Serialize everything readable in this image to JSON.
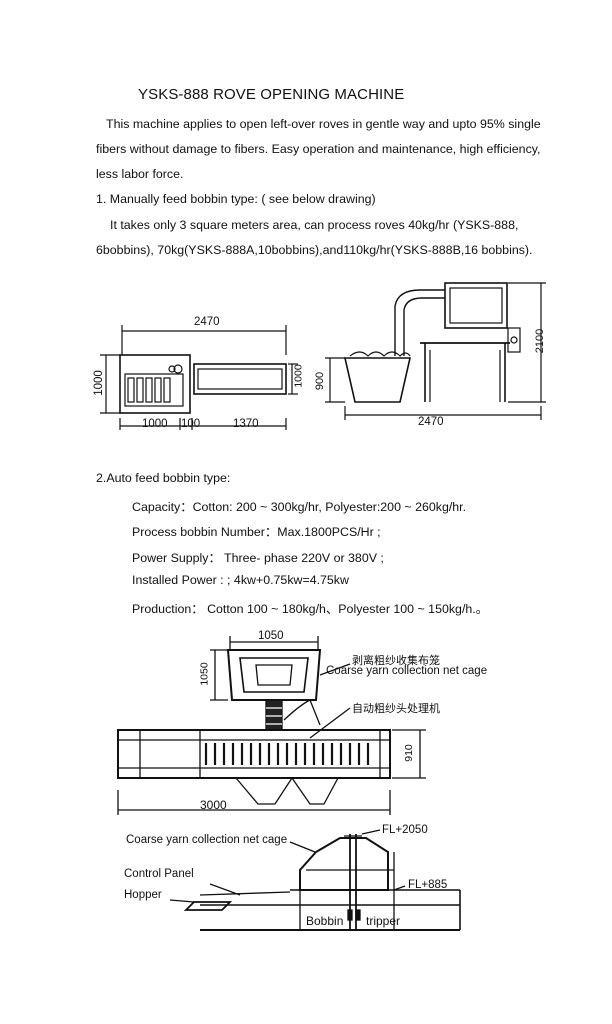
{
  "title": "YSKS-888 ROVE OPENING MACHINE",
  "intro": {
    "line1": "This machine applies to open left-over roves in gentle way and upto 95% single",
    "line2": "fibers without damage to fibers. Easy operation and maintenance, high efficiency,",
    "line3": "less labor force."
  },
  "section1": {
    "heading": "1.  Manually feed bobbin type: ( see below drawing)",
    "line1": "It takes only 3 square meters area, can process roves 40kg/hr (YSKS-888,",
    "line2": "6bobbins), 70kg(YSKS-888A,10bobbins),and110kg/hr(YSKS-888B,16 bobbins)."
  },
  "drawing1": {
    "top_width": "2470",
    "left_height": "1000",
    "right_height": "1000",
    "bottom_a": "1000",
    "bottom_b": "100",
    "bottom_c": "1370",
    "side_height_left": "900",
    "side_height_right": "2100",
    "side_bottom": "2470"
  },
  "section2": {
    "heading": "2.Auto feed bobbin type:",
    "capacity": "Capacity：Cotton: 200 ~ 300kg/hr, Polyester:200 ~ 260kg/hr.",
    "process": "Process bobbin Number：Max.1800PCS/Hr ;",
    "power_supply": "Power Supply：   Three- phase 220V or 380V ;",
    "installed": "Installed Power : ; 4kw+0.75kw=4.75kw",
    "production": "Production：   Cotton 100 ~ 180kg/h、Polyester 100 ~ 150kg/h.。"
  },
  "drawing2": {
    "top_width": "1050",
    "cage_height": "1050",
    "cn_label_1": "剥离粗纱收集布笼",
    "en_label_1": "Coarse yarn collection net cage",
    "cn_label_2": "自动粗纱头处理机",
    "right_height": "910",
    "bottom_width": "3000"
  },
  "drawing3": {
    "cage_label": "Coarse yarn collection net cage",
    "fl_top": "FL+2050",
    "control_panel": "Control Panel",
    "hopper": "Hopper",
    "fl_mid": "FL+885",
    "bobbin": "Bobbin",
    "tripper": "tripper"
  }
}
